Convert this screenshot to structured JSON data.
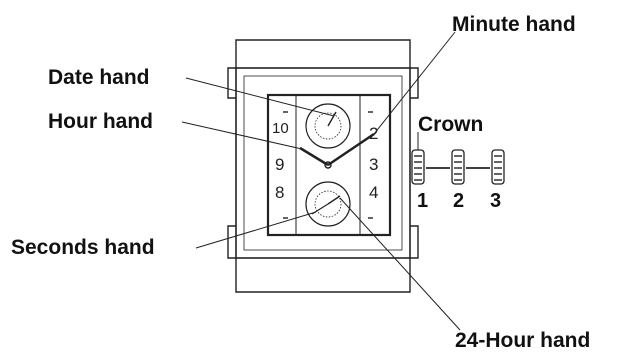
{
  "labels": {
    "minute_hand": "Minute hand",
    "date_hand": "Date hand",
    "hour_hand": "Hour hand",
    "crown": "Crown",
    "seconds_hand": "Seconds hand",
    "hour24_hand": "24-Hour hand"
  },
  "crown_positions": [
    "1",
    "2",
    "3"
  ],
  "dial_numerals": [
    "10",
    "9",
    "8",
    "2",
    "3",
    "4"
  ],
  "colors": {
    "line": "#222222",
    "background": "#ffffff"
  }
}
